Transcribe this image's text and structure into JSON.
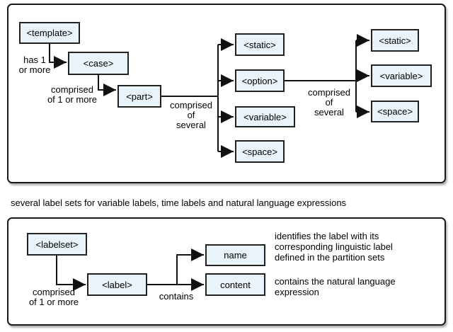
{
  "colors": {
    "box_fill": "#e9f3fa",
    "box_border": "#222222",
    "panel_border": "#1a1a1a",
    "line": "#111111",
    "text": "#000000"
  },
  "middle_caption": "several label sets for variable labels, time labels and natural language expressions",
  "top": {
    "template": "<template>",
    "case": "<case>",
    "part": "<part>",
    "static1": "<static>",
    "option": "<option>",
    "variable1": "<variable>",
    "space1": "<space>",
    "static2": "<static>",
    "variable2": "<variable>",
    "space2": "<space>",
    "label_has": "has 1\nor more",
    "label_comprised1": "comprised\nof 1 or more",
    "label_several1": "comprised\nof\nseveral",
    "label_several2": "comprised\nof\nseveral"
  },
  "bottom": {
    "labelset": "<labelset>",
    "label": "<label>",
    "name": "name",
    "content": "content",
    "label_comprised": "comprised\nof 1 or more",
    "label_contains": "contains",
    "name_description": "identifies the label with its\ncorresponding linguistic label\ndefined in the partition sets",
    "content_description": "contains the natural language\nexpression"
  }
}
